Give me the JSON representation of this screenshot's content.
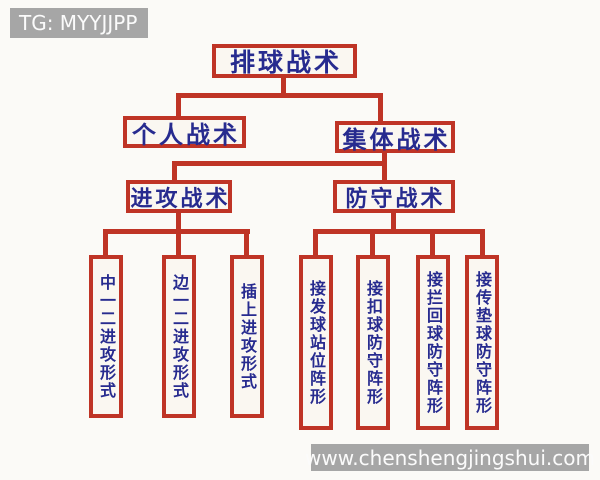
{
  "watermarks": {
    "top_left": "TG: MYYJJPP",
    "bottom_right": "www.chenshengjingshui.com"
  },
  "colors": {
    "box_border_red": "#bf3426",
    "connector_red": "#bf3426",
    "text_navy": "#272b8f",
    "background": "#fbfaf7",
    "watermark_gray": "#a6a6a6",
    "watermark_text": "#fbfbfb"
  },
  "diagram": {
    "type": "tree",
    "root": {
      "label": "排球战术"
    },
    "level2": [
      {
        "label": "个人战术"
      },
      {
        "label": "集体战术"
      }
    ],
    "level3": [
      {
        "label": "进攻战术",
        "parent": "集体战术"
      },
      {
        "label": "防守战术",
        "parent": "集体战术"
      }
    ],
    "offense_forms": [
      "中一二进攻形式",
      "边一二进攻形式",
      "插上进攻形式"
    ],
    "defense_forms": [
      "接发球站位阵形",
      "接扣球防守阵形",
      "接拦回球防守阵形",
      "接传垫球防守阵形"
    ]
  }
}
